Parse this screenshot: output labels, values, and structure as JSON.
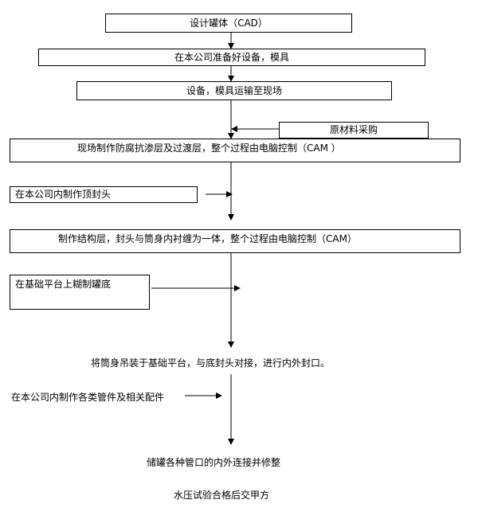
{
  "flow": {
    "step1": "设计罐体（CAD）",
    "step2": "在本公司准备好设备，模具",
    "step3": "设备，模具运输至现场",
    "purchase": "原材料采购",
    "step4": "现场制作防腐抗渗层及过渡层，整个过程由电脑控制（CAM ）",
    "top_head": "在本公司内制作顶封头",
    "step5": "制作结构层，封头与筒身内衬缠为一体，整个过程由电脑控制（CAM）",
    "base_bottom": "在基础平台上糊制罐底",
    "step6": "将筒身吊装于基础平台，与底封头对接，进行内外封口。",
    "pipes": "在本公司内制作各类管件及相关配件",
    "step7": "储罐各种管口的内外连接并修整",
    "step8": "水压试验合格后交甲方"
  }
}
